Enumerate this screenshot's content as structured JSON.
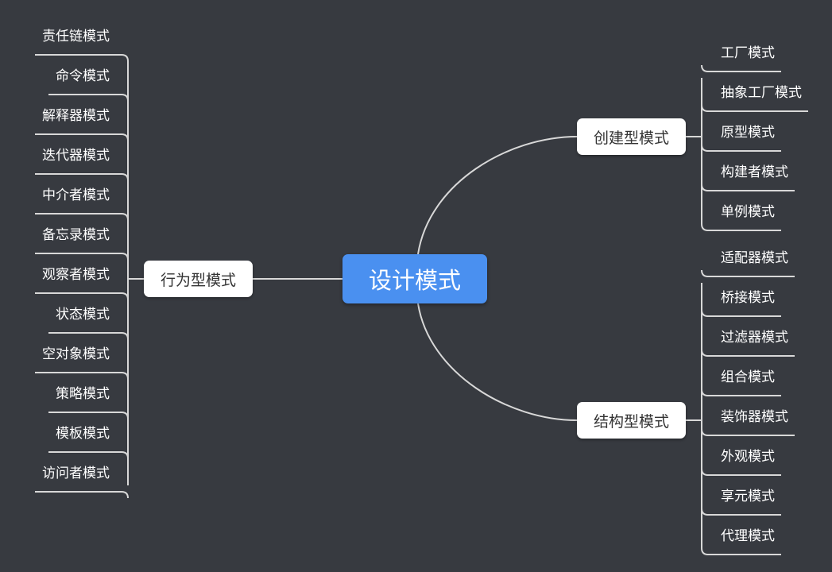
{
  "root": {
    "label": "设计模式"
  },
  "branches": {
    "creational": {
      "label": "创建型模式",
      "items": [
        "工厂模式",
        "抽象工厂模式",
        "原型模式",
        "构建者模式",
        "单例模式"
      ]
    },
    "structural": {
      "label": "结构型模式",
      "items": [
        "适配器模式",
        "桥接模式",
        "过滤器模式",
        "组合模式",
        "装饰器模式",
        "外观模式",
        "享元模式",
        "代理模式"
      ]
    },
    "behavioral": {
      "label": "行为型模式",
      "items": [
        "责任链模式",
        "命令模式",
        "解释器模式",
        "迭代器模式",
        "中介者模式",
        "备忘录模式",
        "观察者模式",
        "状态模式",
        "空对象模式",
        "策略模式",
        "模板模式",
        "访问者模式"
      ]
    }
  },
  "colors": {
    "background": "#373a40",
    "root_fill": "#4a90f0",
    "branch_fill": "#ffffff",
    "line": "#d8d8d8",
    "leaf_text": "#ffffff"
  }
}
